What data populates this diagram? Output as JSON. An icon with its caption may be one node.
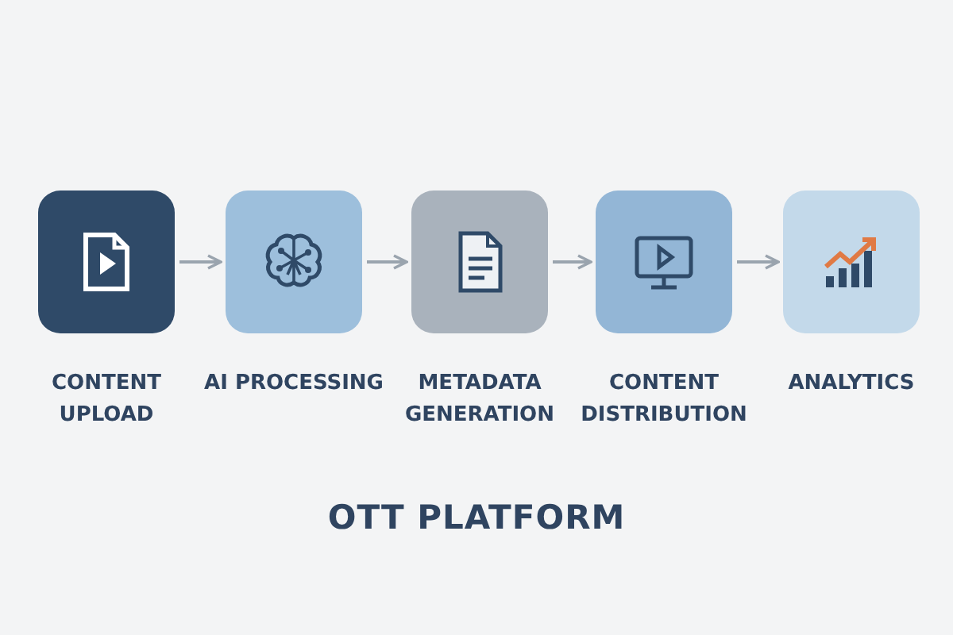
{
  "diagram": {
    "caption": "OTT PLATFORM",
    "nodes": [
      {
        "text": [
          "CONTENT UPLOAD"
        ]
      },
      {
        "text": [
          "AI PROCESSING"
        ]
      },
      {
        "text": [
          "METADATA GENERATION"
        ]
      },
      {
        "text": [
          "CONTENT DISTRIBUTION"
        ]
      },
      {
        "text": [
          "ANALYTICS"
        ]
      }
    ],
    "edges": [
      {
        "from": 0,
        "to": 1,
        "arrow": "to"
      },
      {
        "from": 1,
        "to": 2,
        "arrow": "to"
      },
      {
        "from": 2,
        "to": 3,
        "arrow": "to"
      },
      {
        "from": 3,
        "to": 4,
        "arrow": "to"
      }
    ]
  }
}
